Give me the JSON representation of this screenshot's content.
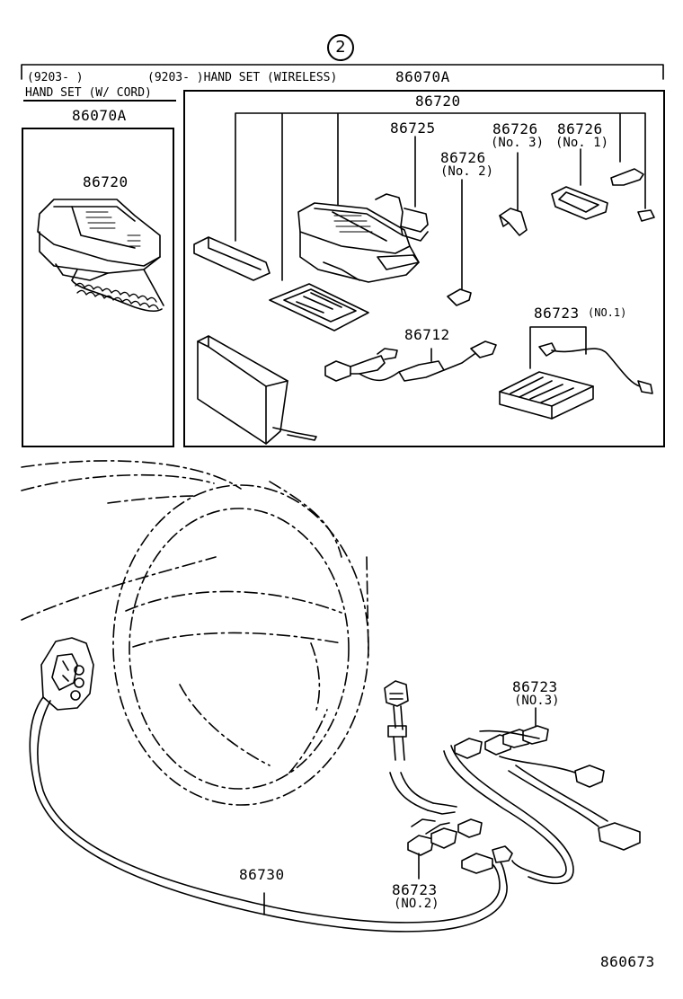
{
  "header": {
    "callout_number": "2",
    "date_col1": "(9203-     )",
    "date_col2": "(9203-     )HAND SET (WIRELESS)",
    "part_main": "86070A",
    "left_title": "HAND SET (W/ CORD)"
  },
  "left_panel": {
    "part_number": "86070A",
    "handset_label": "86720"
  },
  "right_panel": {
    "group_label": "86720",
    "p86725": "86725",
    "p86726_no3": "86726",
    "p86726_no3_sub": "(No. 3)",
    "p86726_no1": "86726",
    "p86726_no1_sub": "(No. 1)",
    "p86726_no2": "86726",
    "p86726_no2_sub": "(No. 2)",
    "p86712": "86712",
    "p86723_no1": "86723",
    "p86723_no1_sub": "(NO.1)"
  },
  "lower": {
    "p86723_no3": "86723",
    "p86723_no3_sub": "(NO.3)",
    "p86730": "86730",
    "p86723_no2": "86723",
    "p86723_no2_sub": "(NO.2)"
  },
  "footer": {
    "diagram_id": "860673"
  }
}
